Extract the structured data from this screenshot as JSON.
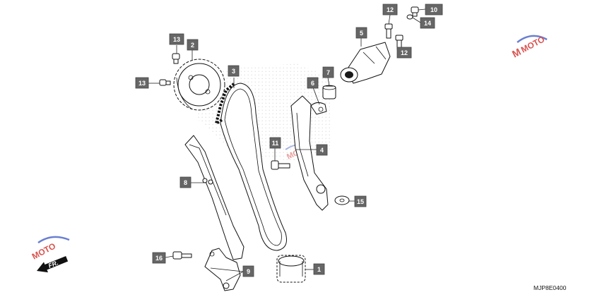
{
  "diagram": {
    "reference_code": "MJP8E0400",
    "front_indicator": "FR.",
    "callouts": [
      {
        "id": "c1",
        "label": "1"
      },
      {
        "id": "c2",
        "label": "2"
      },
      {
        "id": "c3",
        "label": "3"
      },
      {
        "id": "c4",
        "label": "4"
      },
      {
        "id": "c5",
        "label": "5"
      },
      {
        "id": "c6",
        "label": "6"
      },
      {
        "id": "c7",
        "label": "7"
      },
      {
        "id": "c8",
        "label": "8"
      },
      {
        "id": "c9",
        "label": "9"
      },
      {
        "id": "c10",
        "label": "10"
      },
      {
        "id": "c11",
        "label": "11"
      },
      {
        "id": "c12a",
        "label": "12"
      },
      {
        "id": "c12b",
        "label": "12"
      },
      {
        "id": "c13a",
        "label": "13"
      },
      {
        "id": "c13b",
        "label": "13"
      },
      {
        "id": "c14",
        "label": "14"
      },
      {
        "id": "c15",
        "label": "15"
      },
      {
        "id": "c16",
        "label": "16"
      }
    ],
    "watermark": {
      "logo_text": "MOTO",
      "icon": "motorcycle-logo-icon"
    },
    "colors": {
      "callout_fill": "#666666",
      "line": "#111111",
      "watermark_red": "#d9534f",
      "watermark_blue": "#6a7fd0"
    }
  }
}
